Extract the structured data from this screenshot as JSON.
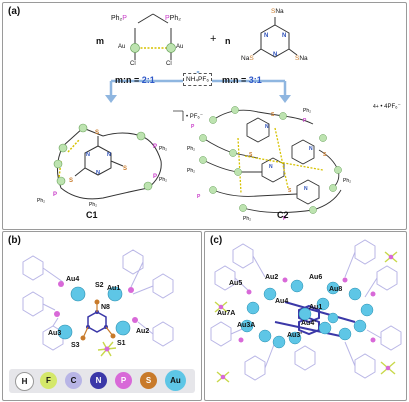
{
  "panel_a": {
    "label": "(a)",
    "reactant_1": {
      "coef": "m",
      "ph2_left": "Ph₂P",
      "ph2_right": "PPh₂",
      "au_left": "Au",
      "au_right": "Au",
      "cl_left": "Cl",
      "cl_right": "Cl"
    },
    "plus": "+",
    "reactant_2": {
      "coef": "n",
      "sna_top": "SNa",
      "sna_left": "NaS",
      "sna_right": "SNa"
    },
    "additive": "NH₄PF₆",
    "ratio_left": {
      "prefix": "m:n = ",
      "value": "2:1"
    },
    "ratio_right": {
      "prefix": "m:n = ",
      "value": "3:1"
    },
    "c1": {
      "name": "C1",
      "counterion": "• PF₆⁻"
    },
    "c2": {
      "name": "C2",
      "counterion": "• 4PF₆⁻",
      "charge": "4+"
    }
  },
  "panel_b": {
    "label": "(b)",
    "atoms": [
      "Au4",
      "S2",
      "Au1",
      "N8",
      "Au3",
      "S3",
      "S1",
      "Au2"
    ],
    "legend": [
      {
        "symbol": "H",
        "color": "#ffffff"
      },
      {
        "symbol": "F",
        "color": "#d4e86a"
      },
      {
        "symbol": "C",
        "color": "#b8b5e6"
      },
      {
        "symbol": "N",
        "color": "#3b38a8"
      },
      {
        "symbol": "P",
        "color": "#d869d8"
      },
      {
        "symbol": "S",
        "color": "#c87a2a"
      },
      {
        "symbol": "Au",
        "color": "#5ec6e6"
      }
    ]
  },
  "panel_c": {
    "label": "(c)",
    "atoms": [
      "Au2",
      "Au6",
      "Au5",
      "Au8",
      "Au4",
      "Au1",
      "Au7A",
      "Au3A",
      "Au4'",
      "Au3'"
    ]
  }
}
